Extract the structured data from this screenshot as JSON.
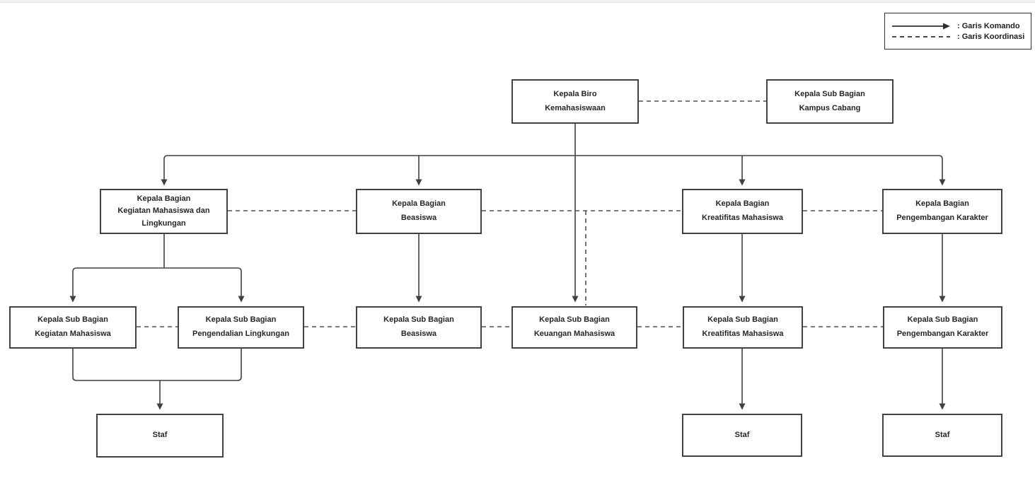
{
  "legend": {
    "command_label": ": Garis Komando",
    "coordination_label": ": Garis Koordinasi"
  },
  "nodes": {
    "biro": {
      "label": "Kepala Biro\nKemahasiswaan"
    },
    "kampus_cabang": {
      "label": "Kepala Sub Bagian\nKampus Cabang"
    },
    "bag_kegiatan": {
      "label": "Kepala Bagian\nKegiatan Mahasiswa dan\nLingkungan"
    },
    "bag_beasiswa": {
      "label": "Kepala Bagian\nBeasiswa"
    },
    "bag_kreatifitas": {
      "label": "Kepala Bagian\nKreatifitas Mahasiswa"
    },
    "bag_karakter": {
      "label": "Kepala Bagian\nPengembangan Karakter"
    },
    "sub_kegiatan": {
      "label": "Kepala Sub Bagian\nKegiatan Mahasiswa"
    },
    "sub_lingkungan": {
      "label": "Kepala Sub Bagian\nPengendalian Lingkungan"
    },
    "sub_beasiswa": {
      "label": "Kepala Sub Bagian\nBeasiswa"
    },
    "sub_keuangan": {
      "label": "Kepala Sub Bagian\nKeuangan Mahasiswa"
    },
    "sub_kreatifitas": {
      "label": "Kepala Sub Bagian\nKreatifitas Mahasiswa"
    },
    "sub_karakter": {
      "label": "Kepala Sub Bagian\nPengembangan Karakter"
    },
    "staf_left": {
      "label": "Staf"
    },
    "staf_mid": {
      "label": "Staf"
    },
    "staf_right": {
      "label": "Staf"
    }
  },
  "edges": {
    "command": [
      {
        "from": "biro",
        "to": "bag_kegiatan"
      },
      {
        "from": "biro",
        "to": "bag_beasiswa"
      },
      {
        "from": "biro",
        "to": "bag_kreatifitas"
      },
      {
        "from": "biro",
        "to": "bag_karakter"
      },
      {
        "from": "biro",
        "to": "sub_keuangan"
      },
      {
        "from": "bag_kegiatan",
        "to": "sub_kegiatan"
      },
      {
        "from": "bag_kegiatan",
        "to": "sub_lingkungan"
      },
      {
        "from": "bag_beasiswa",
        "to": "sub_beasiswa"
      },
      {
        "from": "bag_kreatifitas",
        "to": "sub_kreatifitas"
      },
      {
        "from": "bag_karakter",
        "to": "sub_karakter"
      },
      {
        "from": "sub_kegiatan",
        "to": "staf_left"
      },
      {
        "from": "sub_lingkungan",
        "to": "staf_left"
      },
      {
        "from": "sub_kreatifitas",
        "to": "staf_mid"
      },
      {
        "from": "sub_karakter",
        "to": "staf_right"
      }
    ],
    "coordination": [
      {
        "from": "biro",
        "to": "kampus_cabang"
      },
      {
        "from": "bag_kegiatan",
        "to": "bag_beasiswa"
      },
      {
        "from": "bag_beasiswa",
        "to": "bag_kreatifitas"
      },
      {
        "from": "bag_kreatifitas",
        "to": "bag_karakter"
      },
      {
        "from": "bag_beasiswa",
        "to": "sub_keuangan"
      },
      {
        "from": "sub_kegiatan",
        "to": "sub_lingkungan"
      },
      {
        "from": "sub_lingkungan",
        "to": "sub_beasiswa"
      },
      {
        "from": "sub_beasiswa",
        "to": "sub_keuangan"
      },
      {
        "from": "sub_keuangan",
        "to": "sub_kreatifitas"
      },
      {
        "from": "sub_kreatifitas",
        "to": "sub_karakter"
      }
    ]
  },
  "colors": {
    "line": "#404040",
    "dashed_line": "#4f4f4f",
    "box_border": "#424242",
    "text": "#262626",
    "top_bar": "#f0f0f0"
  }
}
